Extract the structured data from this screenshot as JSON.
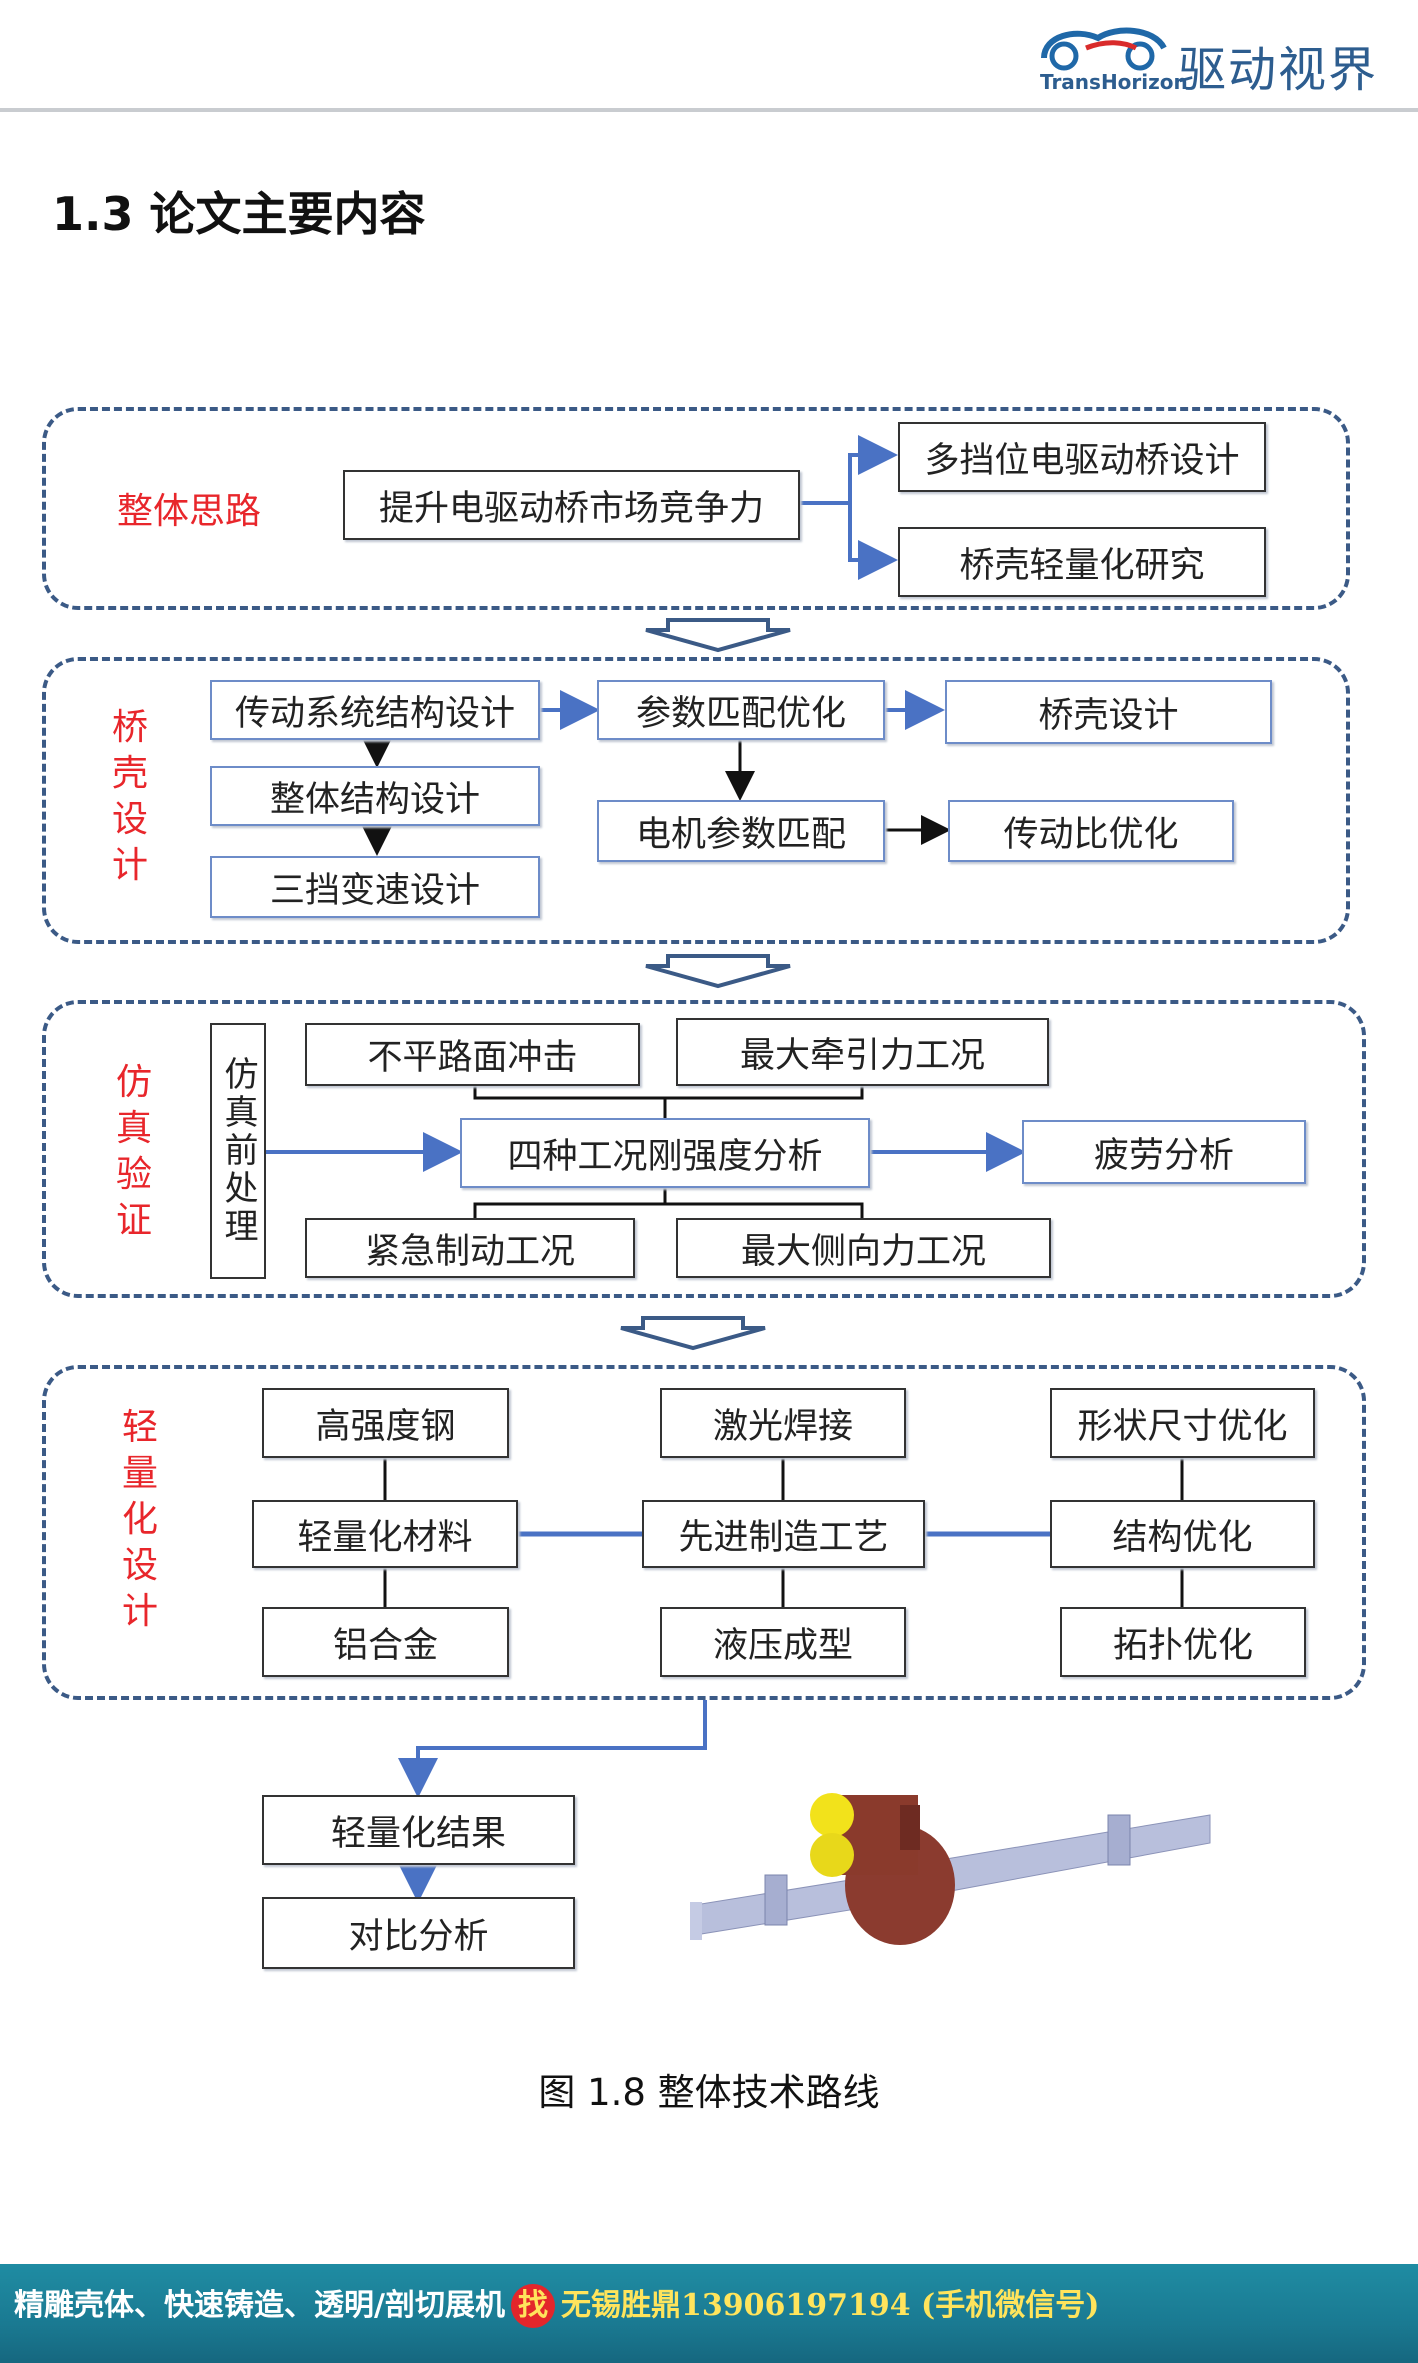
{
  "brand": {
    "name": "驱动视界",
    "sub": "TransHorizon"
  },
  "section_title": "1.3 论文主要内容",
  "panels": {
    "p1": {
      "label": "整体思路",
      "main": "提升电驱动桥市场竞争力",
      "out1": "多挡位电驱动桥设计",
      "out2": "桥壳轻量化研究"
    },
    "p2": {
      "label": "桥壳设计",
      "b1": "传动系统结构设计",
      "b2": "整体结构设计",
      "b3": "三挡变速设计",
      "b4": "参数匹配优化",
      "b5": "桥壳设计",
      "b6": "电机参数匹配",
      "b7": "传动比优化"
    },
    "p3": {
      "label": "仿真验证",
      "pre": "仿真前处理",
      "t1": "不平路面冲击",
      "t2": "最大牵引力工况",
      "center": "四种工况刚强度分析",
      "fatigue": "疲劳分析",
      "b1": "紧急制动工况",
      "b2": "最大侧向力工况"
    },
    "p4": {
      "label": "轻量化设计",
      "c1": [
        "高强度钢",
        "轻量化材料",
        "铝合金"
      ],
      "c2": [
        "激光焊接",
        "先进制造工艺",
        "液压成型"
      ],
      "c3": [
        "形状尺寸优化",
        "结构优化",
        "拓扑优化"
      ]
    }
  },
  "result": {
    "r1": "轻量化结果",
    "r2": "对比分析"
  },
  "caption": "图 1.8 整体技术路线",
  "footer": {
    "a": "精雕壳体、快速铸造、透明/剖切展机",
    "find": "找",
    "b": "无锡胜鼎13906197194 (手机微信号)"
  },
  "colors": {
    "panel_border": "#3b5a86",
    "label_red": "#e8262b",
    "arrow_blue": "#4a72c4",
    "footer_bg": "#1a7a92"
  }
}
